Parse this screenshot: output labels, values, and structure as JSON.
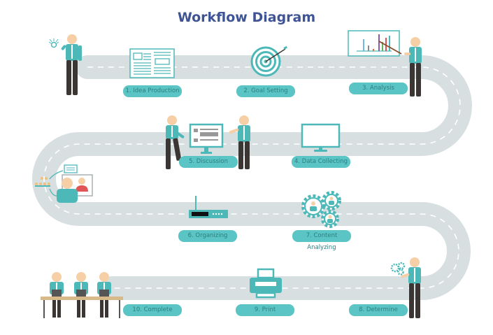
{
  "title": "Workflow Diagram",
  "colors": {
    "title": "#3F5495",
    "road": "#D8DFE0",
    "road_dash": "#FFFFFF",
    "accent": "#5BC4C4",
    "label_text": "#2E7F80",
    "skin": "#F6CFA6",
    "pants": "#3B3634",
    "shirt": "#4DB8B8",
    "red": "#E05555"
  },
  "steps": [
    {
      "number": 1,
      "label": "1. Idea Production",
      "icon": "document-icon"
    },
    {
      "number": 2,
      "label": "2. Goal Setting",
      "icon": "target-icon"
    },
    {
      "number": 3,
      "label": "3. Analysis",
      "icon": "chart-board-icon"
    },
    {
      "number": 4,
      "label": "4. Data Collecting",
      "icon": "monitor-icon"
    },
    {
      "number": 5,
      "label": "5. Discussion",
      "icon": "presentation-icon"
    },
    {
      "number": 6,
      "label": "6. Organizing",
      "icon": "router-icon"
    },
    {
      "number": 7,
      "label": "7. Content Analyzing",
      "icon": "gears-people-icon"
    },
    {
      "number": 8,
      "label": "8. Determine",
      "icon": "gears-icon"
    },
    {
      "number": 9,
      "label": "9. Print",
      "icon": "printer-icon"
    },
    {
      "number": 10,
      "label": "10. Complete",
      "icon": "team-desk-icon"
    }
  ]
}
